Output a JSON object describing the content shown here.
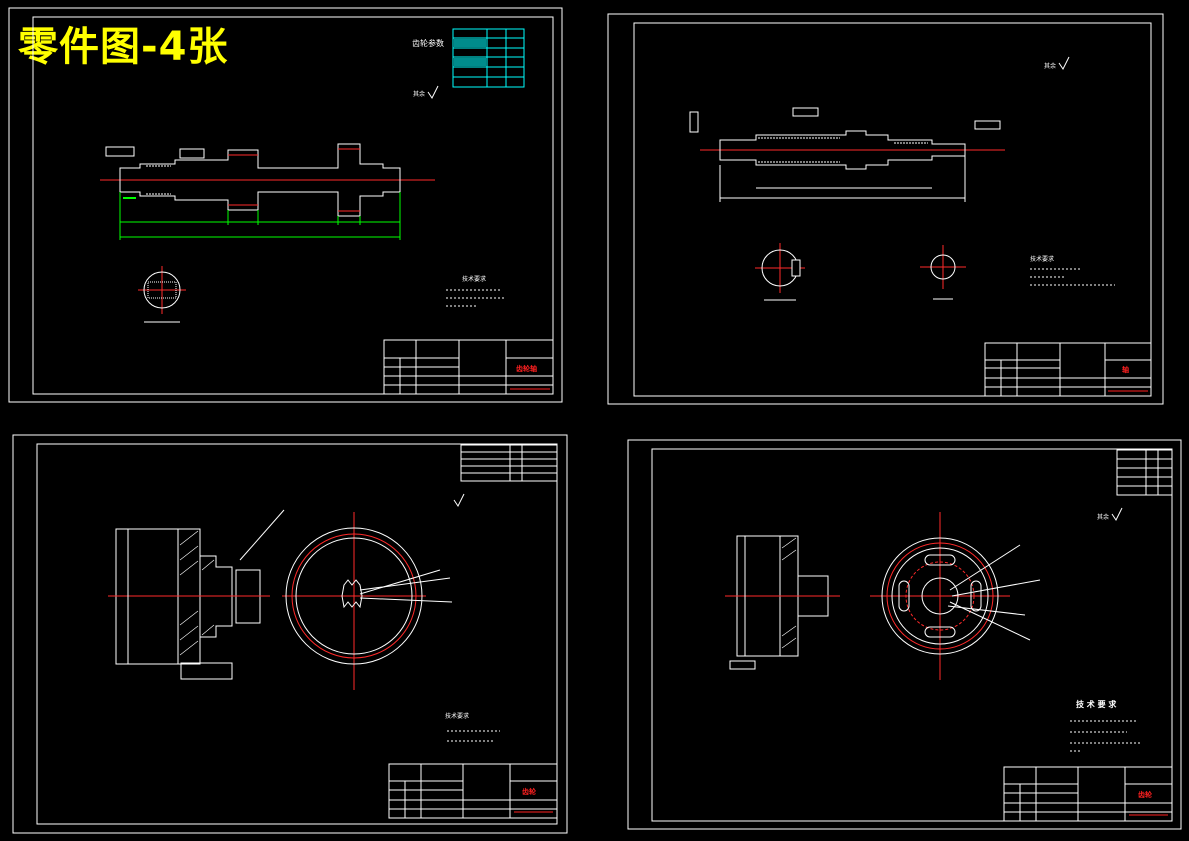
{
  "headline": "零件图-4张",
  "colors": {
    "background": "#000000",
    "frame": "#ffffff",
    "headline": "#ffff00",
    "centerline": "#ff2a2a",
    "table_cyan": "#00ffff",
    "dimension": "#00ff00",
    "stamp_red": "#ff2020"
  },
  "sheets": [
    {
      "name": "gear-shaft-sheet",
      "table_title": "齿轮参数",
      "roughness_note": "其余",
      "notes_title": "技术要求",
      "title_block_mark": "齿轮轴"
    },
    {
      "name": "shaft-sheet",
      "roughness_note": "其余",
      "notes_title": "技术要求",
      "title_block_mark": "轴"
    },
    {
      "name": "gear-sheet",
      "notes_title": "技术要求",
      "title_block_mark": "齿轮"
    },
    {
      "name": "large-gear-sheet",
      "roughness_note": "其余",
      "notes_title": "技 术 要 求",
      "title_block_mark": "齿轮"
    }
  ]
}
